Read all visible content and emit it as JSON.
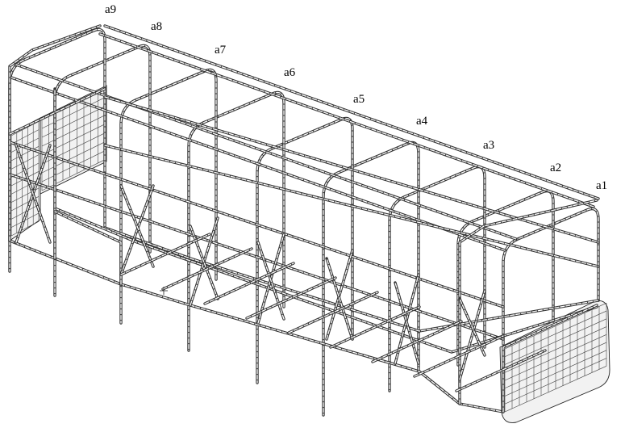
{
  "labels": {
    "a1": "a1",
    "a2": "a2",
    "a3": "a3",
    "a4": "a4",
    "a5": "a5",
    "a6": "a6",
    "a7": "a7",
    "a8": "a8",
    "a9": "a9"
  },
  "colors": {
    "background": "#ffffff",
    "tube_outline": "#333333",
    "mesh_panel": "#f2f2f2",
    "label_text": "#000000"
  }
}
